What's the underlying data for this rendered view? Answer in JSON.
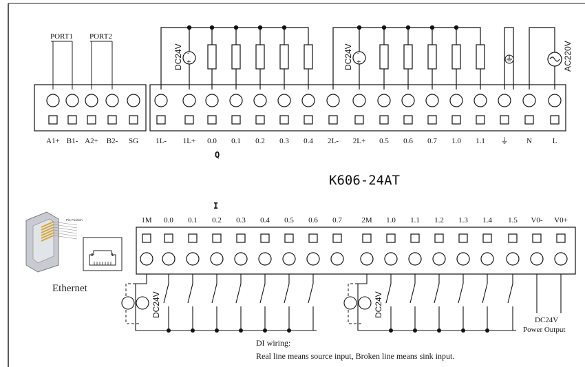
{
  "model": "K606-24AT",
  "top_terminals": {
    "port1": "PORT1",
    "port2": "PORT2",
    "left_labels": [
      "A1+",
      "B1-",
      "A2+",
      "B2-",
      "SG"
    ],
    "right_labels": [
      "1L-",
      "1L+",
      "0.0",
      "0.1",
      "0.2",
      "0.3",
      "0.4",
      "2L-",
      "2L+",
      "0.5",
      "0.6",
      "0.7",
      "1.0",
      "1.1",
      "⏚",
      "N",
      "L"
    ],
    "output_marker": "Q",
    "supply_left": "DC24V",
    "supply_right": "DC24V",
    "ac_supply": "AC220V"
  },
  "bottom_terminals": {
    "input_marker": "I",
    "labels": [
      "1M",
      "0.0",
      "0.1",
      "0.2",
      "0.3",
      "0.4",
      "0.5",
      "0.6",
      "0.7",
      "2M",
      "1.0",
      "1.1",
      "1.2",
      "1.3",
      "1.4",
      "1.5",
      "V0-",
      "V0+"
    ],
    "supply_left": "DC24V",
    "supply_right": "DC24V",
    "power_output_line1": "DC24V",
    "power_output_line2": "Power Output"
  },
  "ethernet": {
    "label": "Ethernet",
    "connector_text": "Pin Position",
    "port_pin_left": "8",
    "port_pin_right": "1"
  },
  "notes": {
    "line1": "DI wiring:",
    "line2": "Real line means source input, Broken line means sink input."
  },
  "colors": {
    "line": "#111111",
    "connector_gold": "#d8a437",
    "connector_body": "#b8bcc4"
  }
}
